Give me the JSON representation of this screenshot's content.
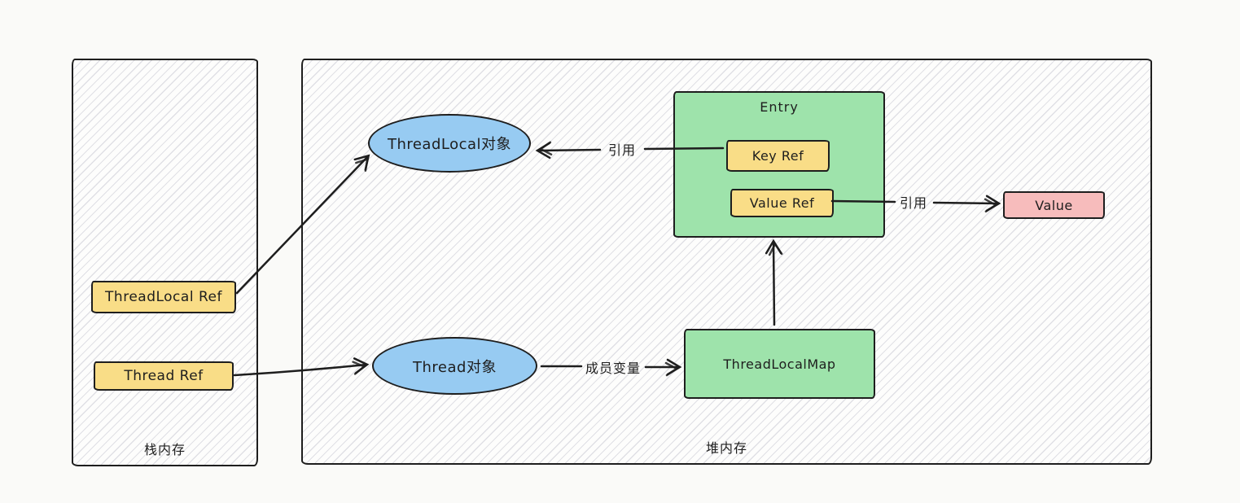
{
  "diagram": {
    "stack": {
      "label": "栈内存",
      "nodes": {
        "threadlocal_ref": "ThreadLocal Ref",
        "thread_ref": "Thread Ref"
      }
    },
    "heap": {
      "label": "堆内存",
      "nodes": {
        "threadlocal_object": "ThreadLocal对象",
        "thread_object": "Thread对象",
        "entry": "Entry",
        "key_ref": "Key Ref",
        "value_ref": "Value Ref",
        "threadlocalmap": "ThreadLocalMap",
        "value": "Value"
      }
    },
    "edges": {
      "key_to_threadlocal": "引用",
      "valueref_to_value": "引用",
      "thread_to_map": "成员变量"
    },
    "colors": {
      "yellow": "#f9dd87",
      "green": "#9ee3ab",
      "blue": "#97cbf2",
      "pink": "#f7bcbc",
      "stroke": "#1e1e1e",
      "background": "#fafaf8"
    }
  }
}
